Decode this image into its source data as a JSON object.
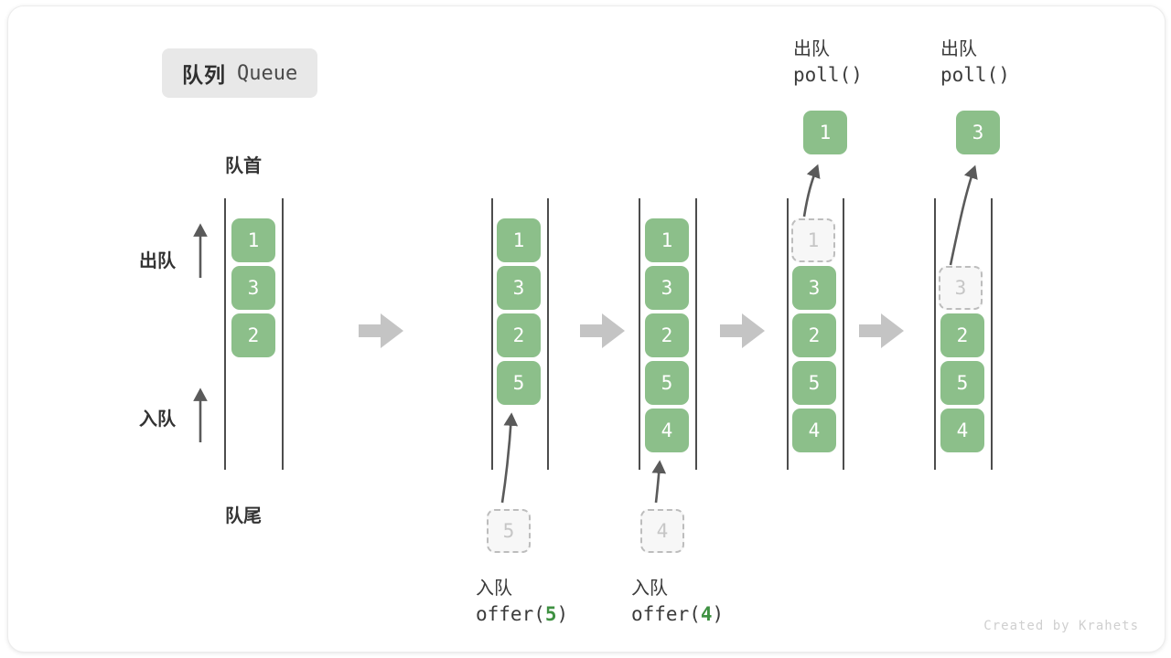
{
  "title": {
    "cn": "队列",
    "en": "Queue"
  },
  "axis_labels": {
    "head": "队首",
    "tail": "队尾",
    "dequeue": "出队",
    "enqueue": "入队"
  },
  "credit": "Created by Krahets",
  "colors": {
    "element": "#8cbf8a",
    "ghost_fill": "#f7f7f7",
    "ghost_border": "#bdbdbd",
    "ghost_text": "#c6c6c6",
    "rail": "#4d4d4d",
    "arrow": "#5a5a5a",
    "step_arrow": "#c4c4c4",
    "text": "#333333",
    "accent_number": "#3f9142",
    "badge_bg": "#e8e8e8"
  },
  "steps": [
    {
      "name": "initial",
      "items": [
        "1",
        "3",
        "2"
      ],
      "ghost_slot": null,
      "ghost_value": null,
      "incoming": null,
      "outgoing": null,
      "caption_top": null,
      "caption_bottom": null
    },
    {
      "name": "offer-5",
      "items": [
        "1",
        "3",
        "2",
        "5"
      ],
      "ghost_slot": null,
      "ghost_value": null,
      "incoming": "5",
      "outgoing": null,
      "caption_top": null,
      "caption_bottom": {
        "line1": "入队",
        "line2_pre": "offer(",
        "line2_num": "5",
        "line2_post": ")"
      }
    },
    {
      "name": "offer-4",
      "items": [
        "1",
        "3",
        "2",
        "5",
        "4"
      ],
      "ghost_slot": null,
      "ghost_value": null,
      "incoming": "4",
      "outgoing": null,
      "caption_top": null,
      "caption_bottom": {
        "line1": "入队",
        "line2_pre": "offer(",
        "line2_num": "4",
        "line2_post": ")"
      }
    },
    {
      "name": "poll-1",
      "items": [
        "3",
        "2",
        "5",
        "4"
      ],
      "ghost_slot": 0,
      "ghost_value": "1",
      "incoming": null,
      "outgoing": "1",
      "caption_top": {
        "line1": "出队",
        "line2_pre": "poll()",
        "line2_num": "",
        "line2_post": ""
      },
      "caption_bottom": null
    },
    {
      "name": "poll-3",
      "items": [
        "2",
        "5",
        "4"
      ],
      "ghost_slot": 1,
      "ghost_value": "3",
      "incoming": null,
      "outgoing": "3",
      "caption_top": {
        "line1": "出队",
        "line2_pre": "poll()",
        "line2_num": "",
        "line2_post": ""
      },
      "caption_bottom": null
    }
  ],
  "step_arrow_icon": "right-arrow-icon"
}
